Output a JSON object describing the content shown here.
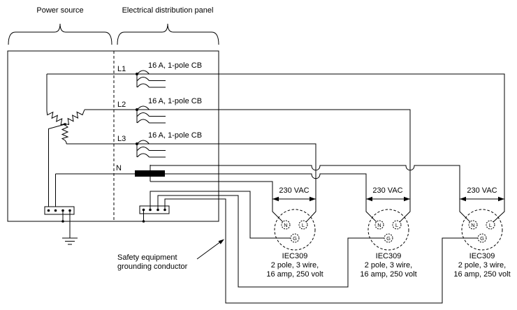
{
  "sections": {
    "power_source_label": "Power source",
    "panel_label": "Electrical distribution panel"
  },
  "bus_labels": {
    "l1": "L1",
    "l2": "L2",
    "l3": "L3",
    "n": "N"
  },
  "circuit_breakers": [
    {
      "label": "16 A, 1-pole CB"
    },
    {
      "label": "16 A, 1-pole CB"
    },
    {
      "label": "16 A, 1-pole CB"
    }
  ],
  "outlets": [
    {
      "voltage": "230 VAC",
      "terminal_n": "N",
      "terminal_l": "L",
      "terminal_g": "G",
      "title": "IEC309",
      "spec_line1": "2 pole, 3 wire,",
      "spec_line2": "16 amp, 250 volt"
    },
    {
      "voltage": "230 VAC",
      "terminal_n": "N",
      "terminal_l": "L",
      "terminal_g": "G",
      "title": "IEC309",
      "spec_line1": "2 pole, 3 wire,",
      "spec_line2": "16 amp, 250 volt"
    },
    {
      "voltage": "230 VAC",
      "terminal_n": "N",
      "terminal_l": "L",
      "terminal_g": "G",
      "title": "IEC309",
      "spec_line1": "2 pole, 3 wire,",
      "spec_line2": "16 amp, 250 volt"
    }
  ],
  "safety_note": {
    "line1": "Safety equipment",
    "line2": "grounding conductor"
  },
  "colors": {
    "ink": "#000000",
    "background": "#ffffff"
  }
}
